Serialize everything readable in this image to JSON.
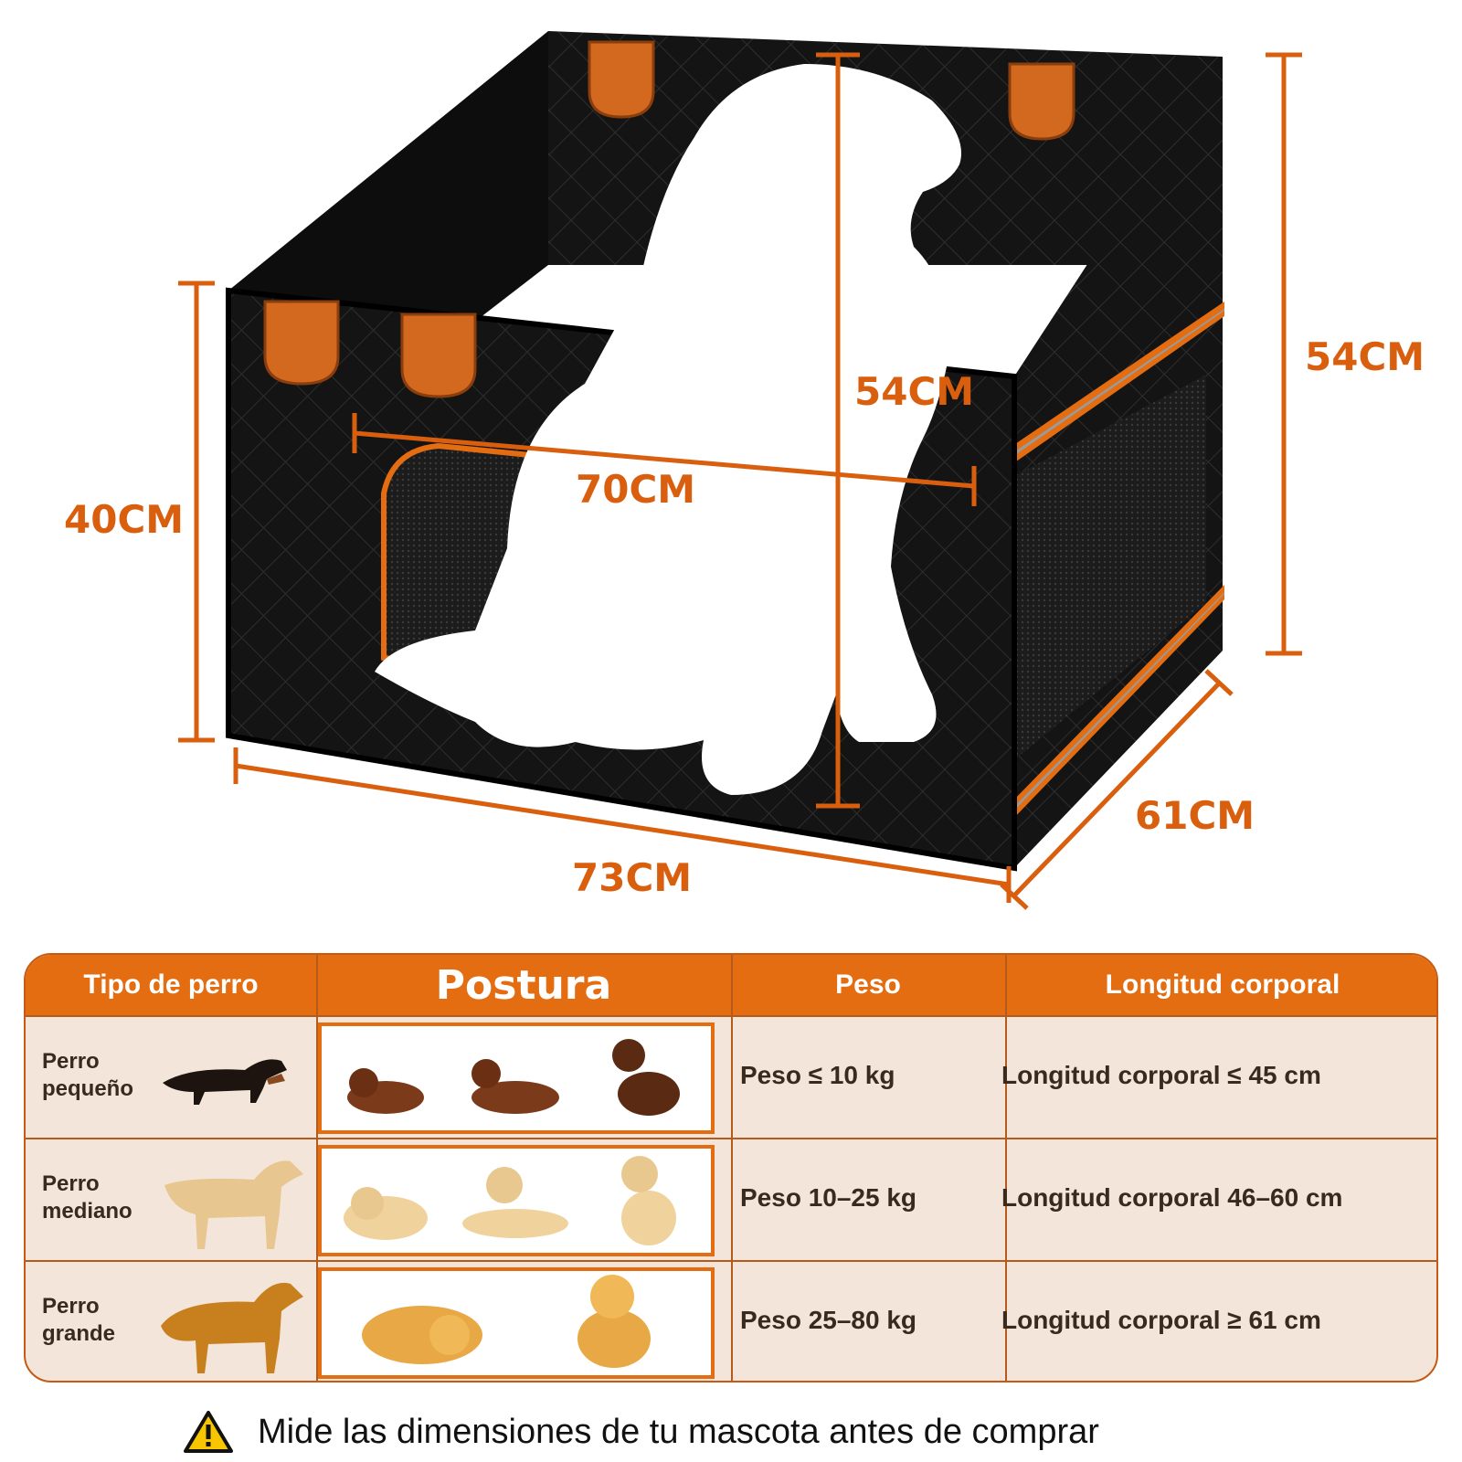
{
  "dimensions": {
    "front_height": "40CM",
    "back_height": "54CM",
    "dog_height": "54CM",
    "inner_width": "70CM",
    "outer_width": "73CM",
    "depth": "61CM"
  },
  "table": {
    "headers": [
      "Tipo de perro",
      "Postura",
      "Peso",
      "Longitud corporal"
    ],
    "rows": [
      {
        "type_line1": "Perro",
        "type_line2": "pequeño",
        "weight": "Peso ≤ 10 kg",
        "length": "Longitud corporal ≤ 45 cm"
      },
      {
        "type_line1": "Perro",
        "type_line2": "mediano",
        "weight": "Peso 10–25 kg",
        "length": "Longitud corporal 46–60 cm"
      },
      {
        "type_line1": "Perro",
        "type_line2": "grande",
        "weight": "Peso 25–80 kg",
        "length": "Longitud corporal ≥ 61 cm"
      }
    ]
  },
  "footer": {
    "message": "Mide las dimensiones de tu mascota antes de comprar",
    "icon": "warning-icon"
  },
  "colors": {
    "accent": "#e46d12",
    "dimension": "#d95f0e",
    "table_bg": "#f3e5da",
    "carrier": "#111111"
  }
}
